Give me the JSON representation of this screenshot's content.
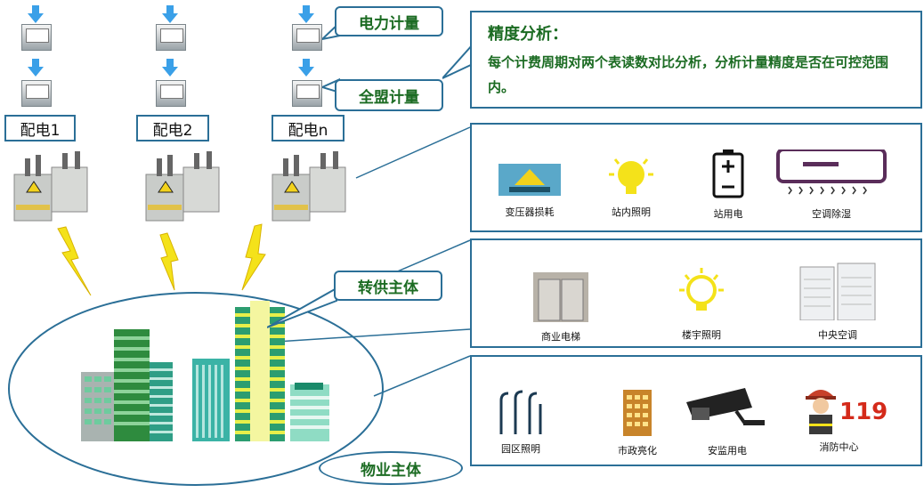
{
  "colors": {
    "border": "#2b6f97",
    "green_text": "#1b6b22",
    "lightning": "#f4e21a",
    "arrow": "#3aa0e8"
  },
  "meter_callouts": {
    "power": "电力计量",
    "alliance": "全盟计量"
  },
  "precision": {
    "title": "精度分析：",
    "body": "每个计费周期对两个表读数对比分析，分析计量精度是否在可控范围内。"
  },
  "substations": [
    {
      "label": "配电1"
    },
    {
      "label": "配电2"
    },
    {
      "label": "配电n"
    }
  ],
  "entities": {
    "transfer": "转供主体",
    "property": "物业主体"
  },
  "panels": [
    {
      "items": [
        {
          "label": "变压器损耗",
          "icon": "transformer-sign-icon"
        },
        {
          "label": "站内照明",
          "icon": "lightbulb-icon"
        },
        {
          "label": "站用电",
          "icon": "battery-icon"
        },
        {
          "label": "空调除湿",
          "icon": "air-conditioner-icon"
        }
      ]
    },
    {
      "items": [
        {
          "label": "商业电梯",
          "icon": "elevator-icon"
        },
        {
          "label": "楼宇照明",
          "icon": "lightbulb-icon"
        },
        {
          "label": "中央空调",
          "icon": "central-ac-icon"
        }
      ]
    },
    {
      "items": [
        {
          "label": "园区照明",
          "icon": "streetlight-icon"
        },
        {
          "label": "市政亮化",
          "icon": "city-building-icon"
        },
        {
          "label": "安监用电",
          "icon": "cctv-camera-icon"
        },
        {
          "label": "消防中心",
          "icon": "firefighter-icon",
          "badge": "119"
        }
      ]
    }
  ]
}
